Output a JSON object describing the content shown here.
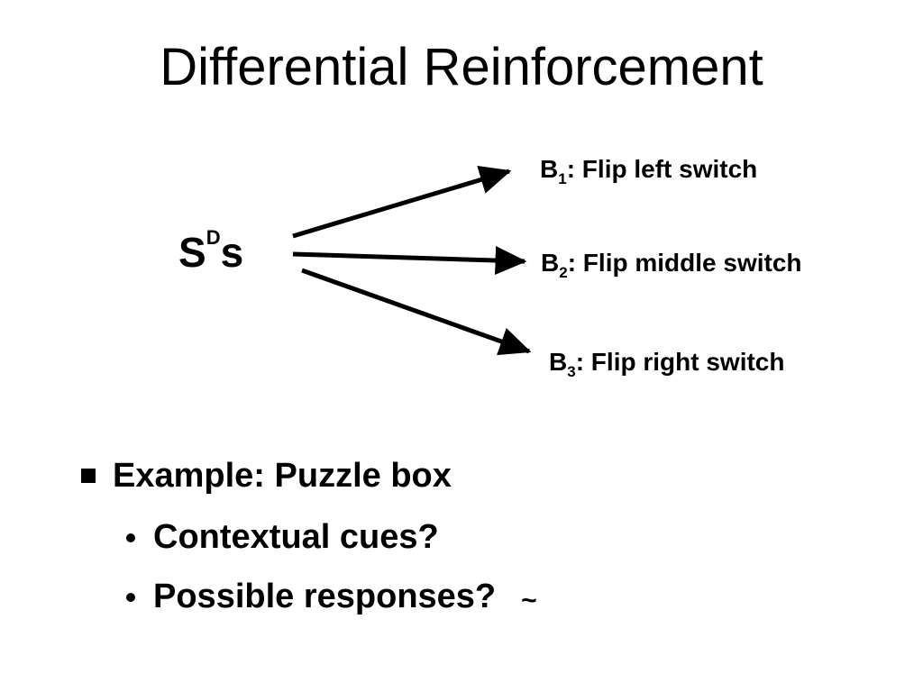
{
  "slide": {
    "title": "Differential Reinforcement"
  },
  "diagram": {
    "stimulus": {
      "base": "S",
      "superscript": "D",
      "suffix": "s"
    },
    "behaviors": [
      {
        "letter": "B",
        "subscript": "1",
        "text": ": Flip left switch"
      },
      {
        "letter": "B",
        "subscript": "2",
        "text": ": Flip middle switch"
      },
      {
        "letter": "B",
        "subscript": "3",
        "text": ": Flip right switch"
      }
    ]
  },
  "bullets": {
    "level1": "Example: Puzzle box",
    "level2": [
      "Contextual cues?",
      "Possible responses?"
    ],
    "trailing_mark": "~"
  }
}
